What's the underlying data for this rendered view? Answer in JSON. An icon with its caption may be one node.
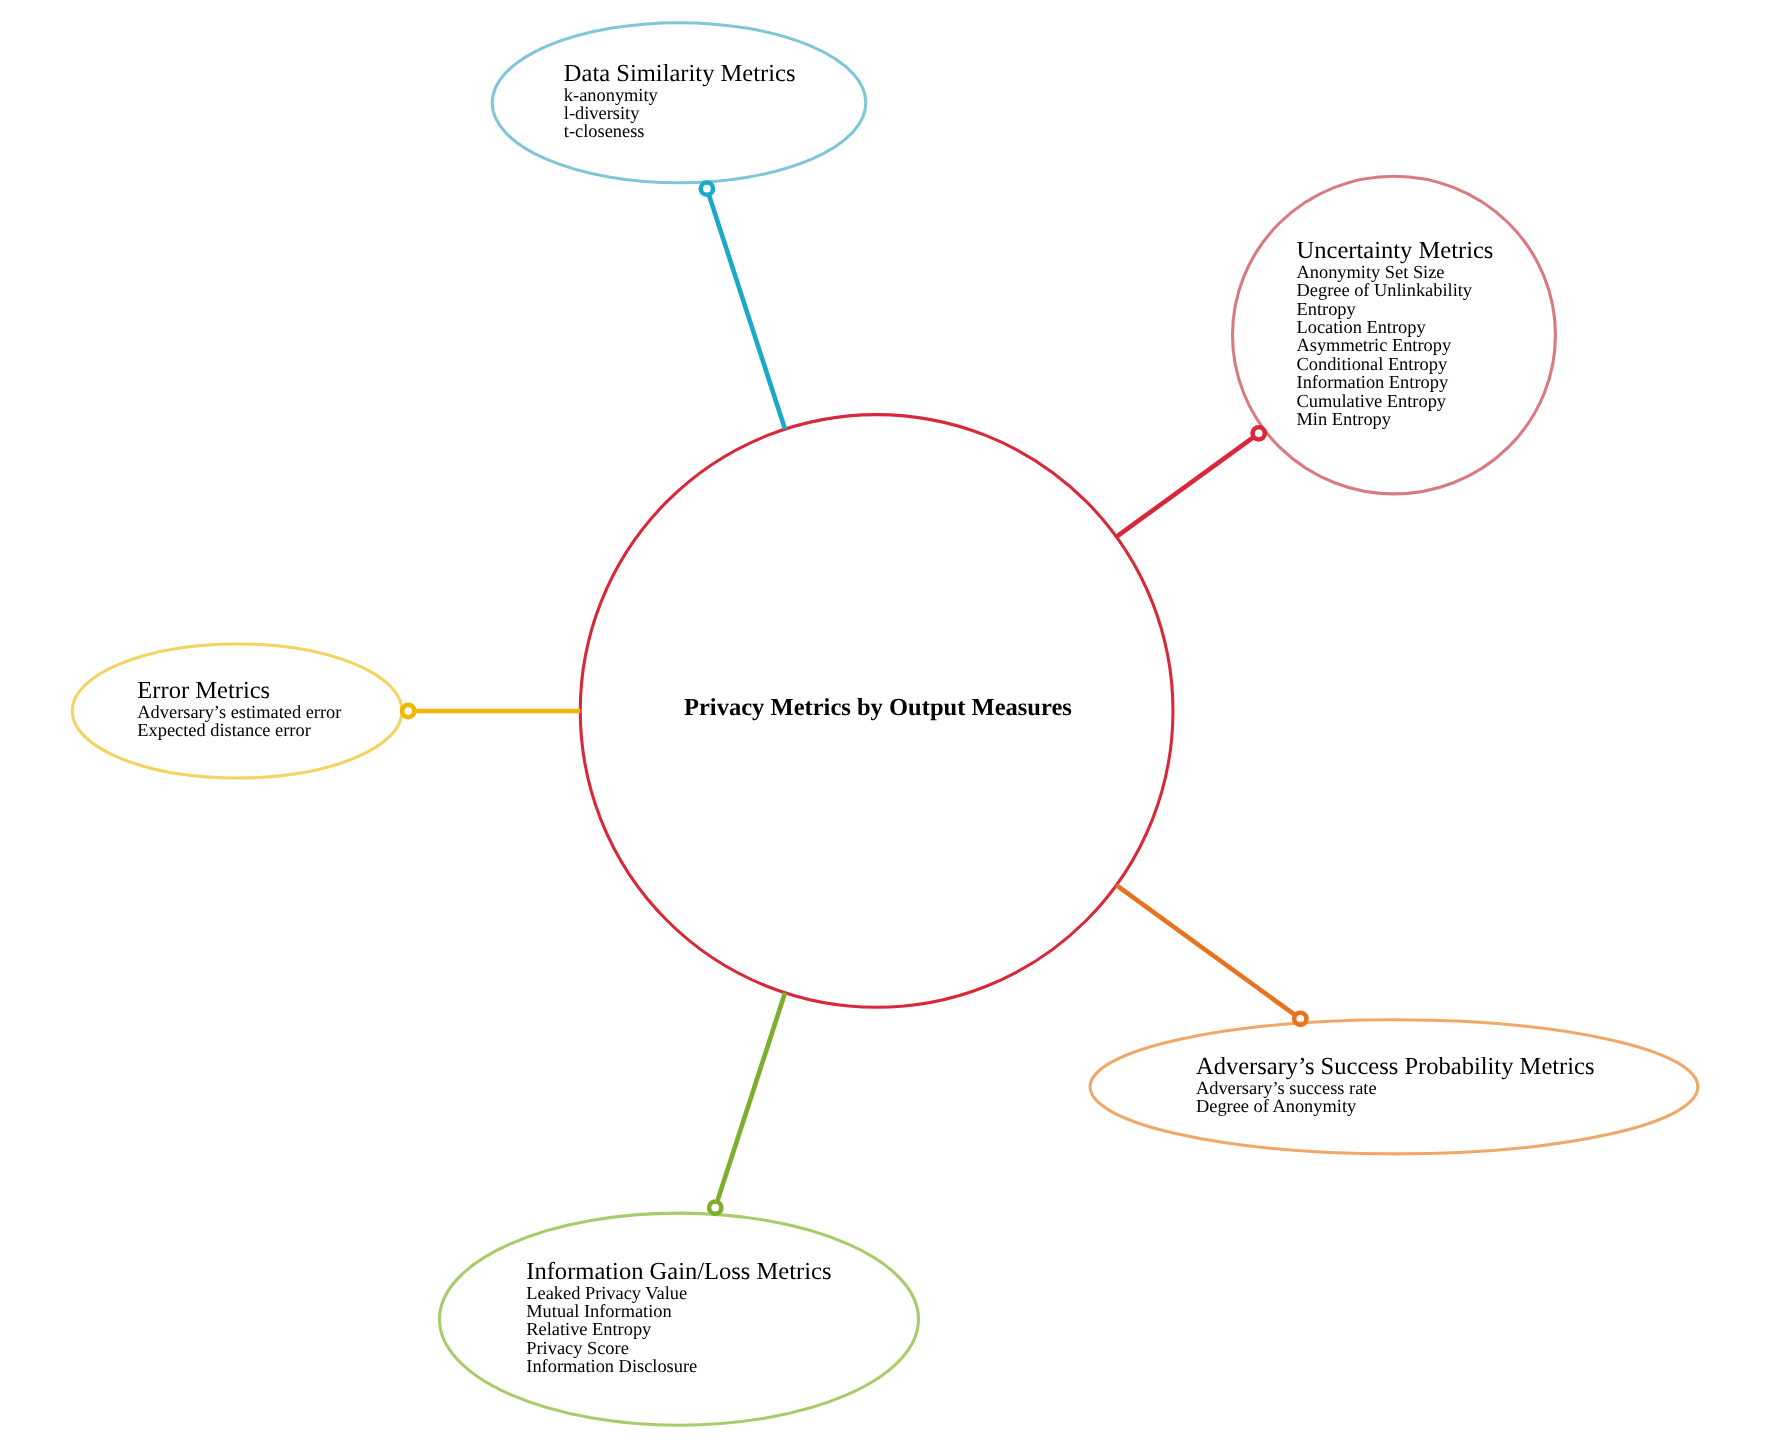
{
  "diagram": {
    "nodes": [
      {
        "text": [
          "Privacy Metrics by Output Measures"
        ]
      },
      {
        "text": [
          "Uncertainty Metrics",
          "Anonymity Set Size",
          "Degree of Unlinkability",
          "Entropy",
          "Location Entropy",
          "Asymmetric Entropy",
          "Conditional Entropy",
          "Information Entropy",
          "Cumulative Entropy",
          "Min Entropy"
        ]
      },
      {
        "text": [
          "Data Similarity Metrics",
          "k-anonymity",
          "l-diversity",
          "t-closeness"
        ]
      },
      {
        "text": [
          "Error Metrics",
          "Adversary’s estimated error",
          "Expected distance error"
        ]
      },
      {
        "text": [
          "Information Gain/Loss Metrics",
          "Leaked Privacy Value",
          "Mutual Information",
          "Relative Entropy",
          "Privacy Score",
          "Information Disclosure"
        ]
      },
      {
        "text": [
          "Adversary’s Success Probability Metrics",
          "Adversary’s success rate",
          "Degree of Anonymity"
        ]
      }
    ],
    "edges": [
      {
        "from": 0,
        "to": 1,
        "arrow": "other",
        "color": "#d9283a"
      },
      {
        "from": 0,
        "to": 2,
        "arrow": "other",
        "color": "#1aa9c9"
      },
      {
        "from": 0,
        "to": 3,
        "arrow": "other",
        "color": "#f2b705"
      },
      {
        "from": 0,
        "to": 4,
        "arrow": "other",
        "color": "#7fae2e"
      },
      {
        "from": 0,
        "to": 5,
        "arrow": "other",
        "color": "#e8731e"
      }
    ]
  }
}
